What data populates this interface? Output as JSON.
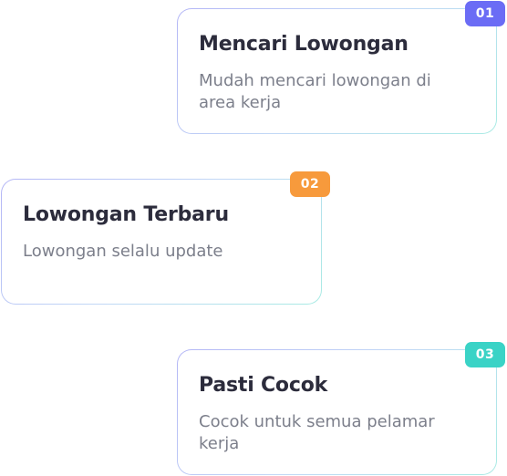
{
  "cards": [
    {
      "number": "01",
      "title": "Mencari Lowongan",
      "description": "Mudah mencari lowongan di area kerja",
      "badge_color": "#6b6cf5"
    },
    {
      "number": "02",
      "title": "Lowongan Terbaru",
      "description": "Lowongan selalu update",
      "badge_color": "#f79a3c"
    },
    {
      "number": "03",
      "title": "Pasti Cocok",
      "description": "Cocok untuk semua pelamar kerja",
      "badge_color": "#3ad3c6"
    }
  ]
}
